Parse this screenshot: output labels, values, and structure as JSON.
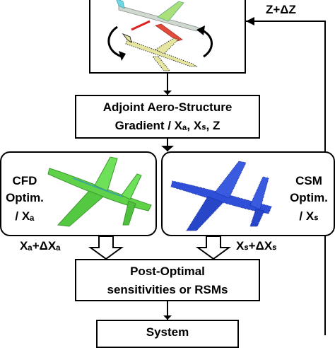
{
  "feedback_label": "Z+ΔZ",
  "adjoint_box": {
    "line1": "Adjoint Aero-Structure",
    "line2": "Gradient / Xₐ, Xₛ, Z"
  },
  "cfd_box": {
    "line1": "CFD",
    "line2": "Optim.",
    "line3": "/ Xₐ"
  },
  "csm_box": {
    "line1": "CSM",
    "line2": "Optim.",
    "line3": "/ Xₛ"
  },
  "xa_update": "Xₐ+ΔXₐ",
  "xs_update": "Xₛ+ΔXₛ",
  "postopt_box": {
    "line1": "Post-Optimal",
    "line2": "sensitivities or RSMs"
  },
  "system_box": {
    "line1": "System"
  },
  "colors": {
    "cfd_aircraft": "#5fd24a",
    "csm_aircraft": "#2f4fd8",
    "line": "#000000"
  }
}
